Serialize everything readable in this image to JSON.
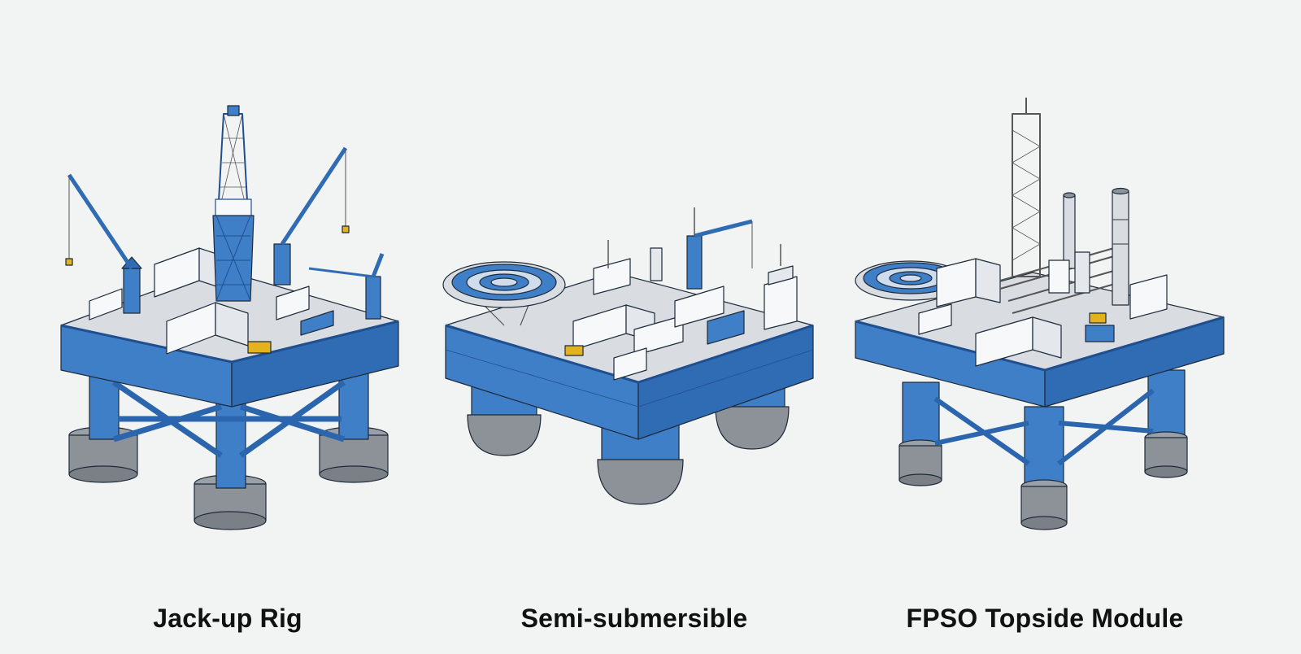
{
  "figures": [
    {
      "label": "Jack-up Rig"
    },
    {
      "label": "Semi-submersible"
    },
    {
      "label": "FPSO Topside Module"
    }
  ],
  "colors": {
    "background": "#f2f3f3",
    "structure_blue": "#3f7fc7",
    "dark_blue": "#1f4f8f",
    "deck_grey": "#d9dde2",
    "module_white": "#f7f8fa",
    "pontoon_grey": "#8d9299",
    "accent_yellow": "#e3b21c",
    "line": "#1d2a3a"
  },
  "icons": [
    "jack-up-rig-illustration",
    "semi-submersible-illustration",
    "fpso-topside-illustration"
  ]
}
